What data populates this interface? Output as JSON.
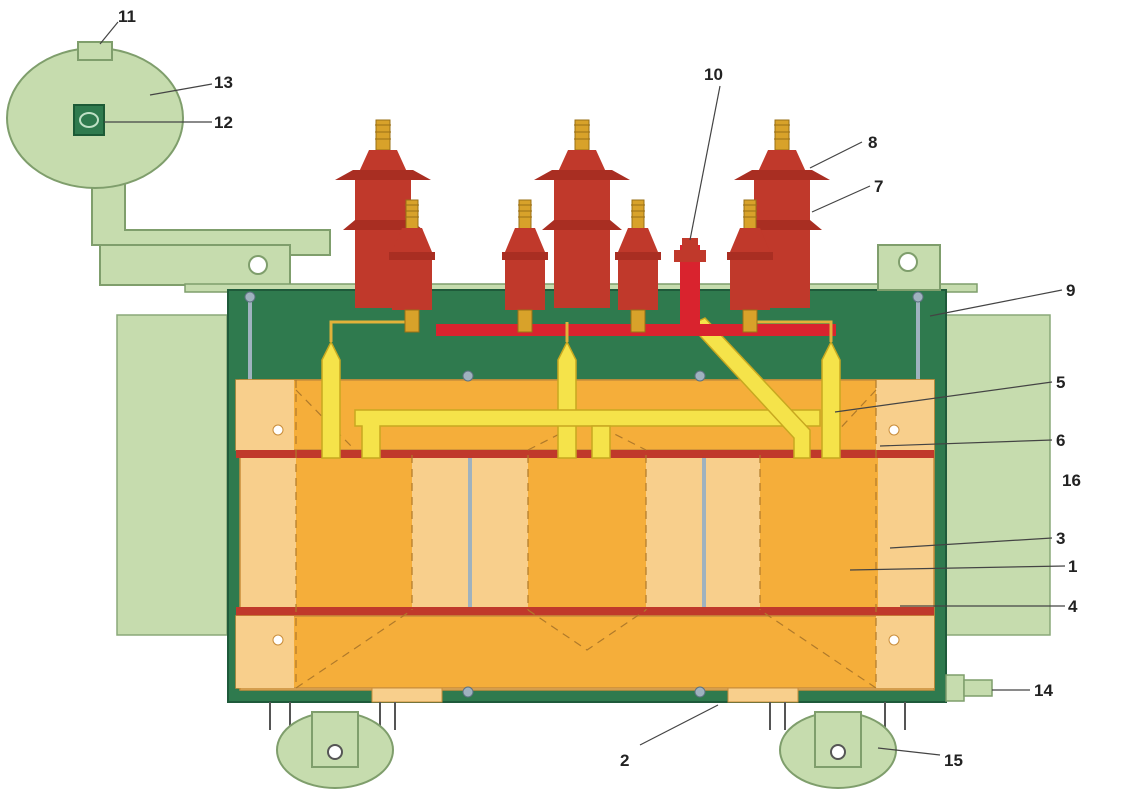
{
  "callouts": {
    "core": "1",
    "base_support": "2",
    "core_frame": "3",
    "lower_clamp": "4",
    "hv_leads": "5",
    "upper_clamp": "6",
    "lv_bushing": "7",
    "hv_bushing": "8",
    "tank_cover": "9",
    "vent_pipe": "10",
    "filler_cap": "11",
    "oil_gauge": "12",
    "conservator": "13",
    "drain_valve": "14",
    "wheel": "15",
    "radiator": "16"
  },
  "colors": {
    "tank_green": "#2f7a4e",
    "light_green": "#c6dcae",
    "bushing_red": "#c0392b",
    "busbar_red": "#d9232e",
    "winding_orange": "#f5ae3a",
    "clamp_peach": "#f8cf8c",
    "lead_yellow": "#f5e34a"
  }
}
